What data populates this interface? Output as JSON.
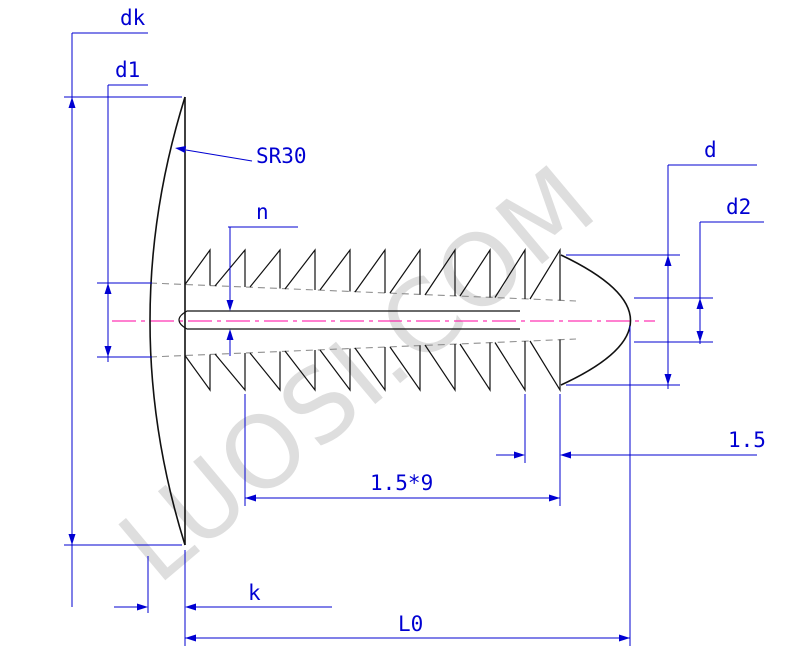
{
  "watermark": "LUOSI.COM",
  "labels": {
    "dk": "dk",
    "d1": "d1",
    "sr30": "SR30",
    "n": "n",
    "d": "d",
    "d2": "d2",
    "pitch": "1.5",
    "pitch_total": "1.5*9",
    "k": "k",
    "l0": "L0"
  },
  "colors": {
    "dimension_blue": "#0000d2",
    "outline_black": "#111111",
    "centerline_magenta": "#ff00a0",
    "hidden_gray": "#909090",
    "watermark_gray": "#d9d9d9"
  }
}
